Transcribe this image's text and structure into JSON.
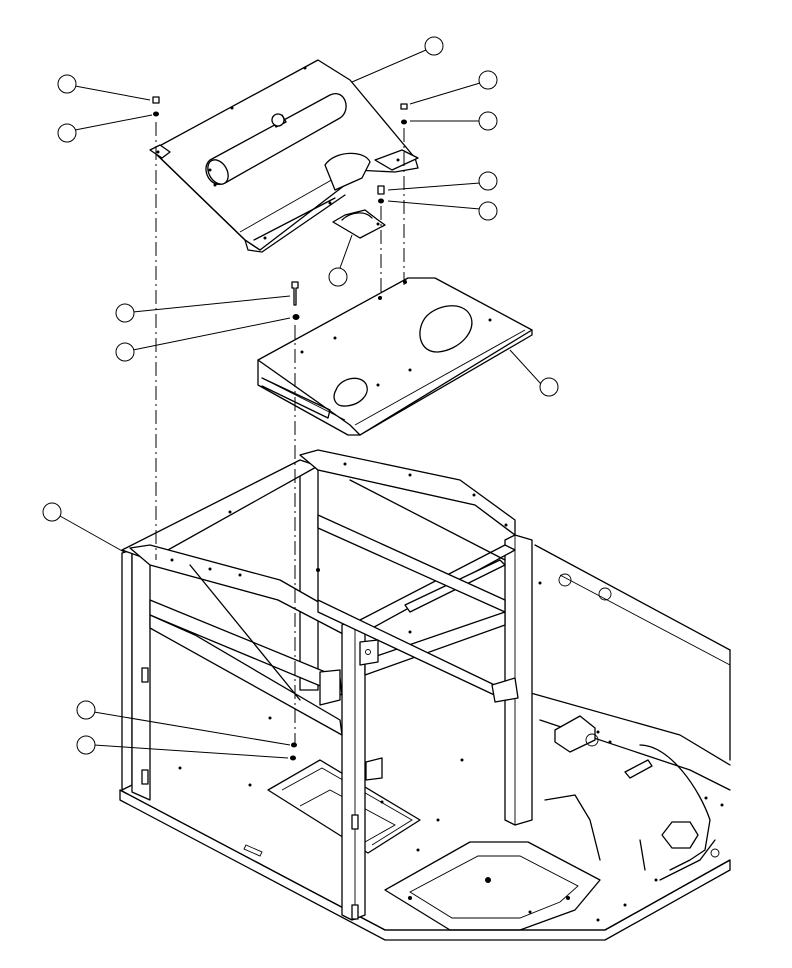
{
  "diagram": {
    "type": "exploded-assembly-line-drawing",
    "callouts": [
      {
        "id": "callout-seat-pan-top"
      },
      {
        "id": "callout-screw-top-left"
      },
      {
        "id": "callout-washer-top-left"
      },
      {
        "id": "callout-screw-top-right"
      },
      {
        "id": "callout-washer-top-right"
      },
      {
        "id": "callout-bolt-center"
      },
      {
        "id": "callout-washer-center"
      },
      {
        "id": "callout-bracket"
      },
      {
        "id": "callout-long-bolt"
      },
      {
        "id": "callout-long-bolt-washer"
      },
      {
        "id": "callout-lower-plate"
      },
      {
        "id": "callout-frame"
      },
      {
        "id": "callout-nut-lower"
      },
      {
        "id": "callout-nut-lower-2"
      }
    ],
    "colors": {
      "line": "#000000",
      "background": "#ffffff"
    }
  }
}
